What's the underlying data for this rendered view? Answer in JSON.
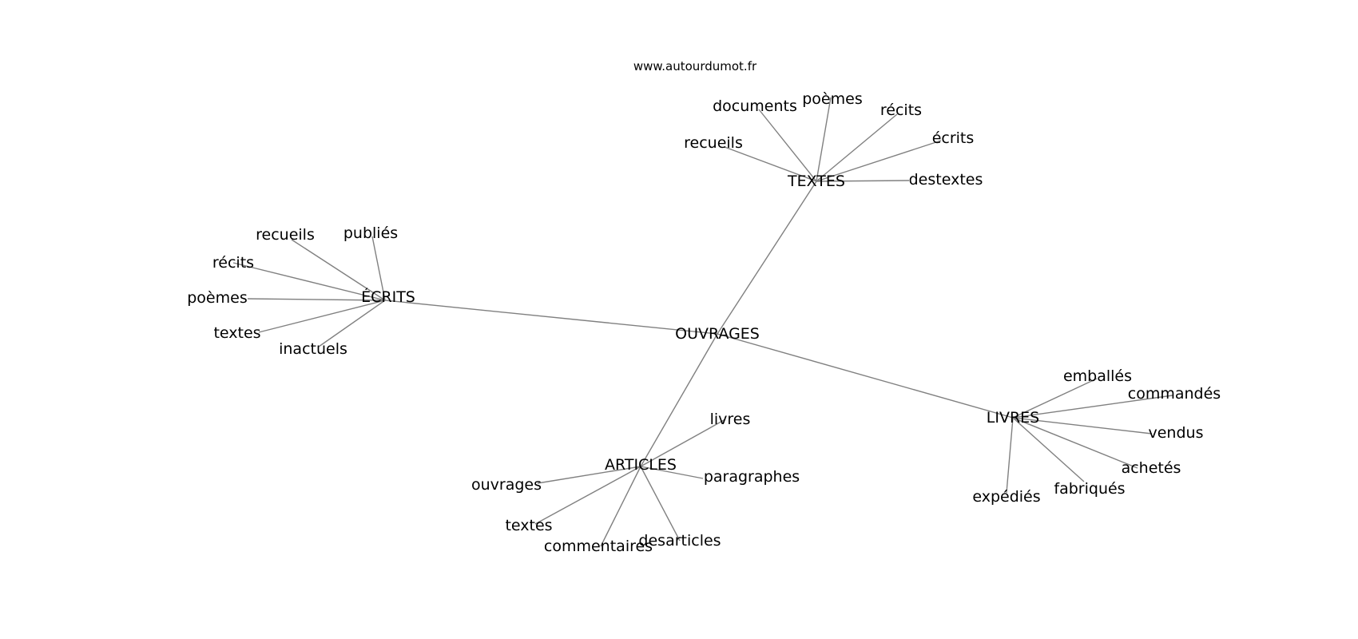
{
  "source_text": "www.autourdumot.fr",
  "root": "OUVRAGES",
  "groups": [
    {
      "hub": "TEXTES",
      "words": [
        "documents",
        "poèmes",
        "récits",
        "recueils",
        "écrits",
        "destextes"
      ]
    },
    {
      "hub": "ÉCRITS",
      "words": [
        "recueils",
        "publiés",
        "récits",
        "poèmes",
        "textes",
        "inactuels"
      ]
    },
    {
      "hub": "LIVRES",
      "words": [
        "emballés",
        "commandés",
        "vendus",
        "achetés",
        "fabriqués",
        "expédiés"
      ]
    },
    {
      "hub": "ARTICLES",
      "words": [
        "livres",
        "ouvrages",
        "paragraphes",
        "textes",
        "commentaires",
        "desarticles"
      ]
    }
  ]
}
